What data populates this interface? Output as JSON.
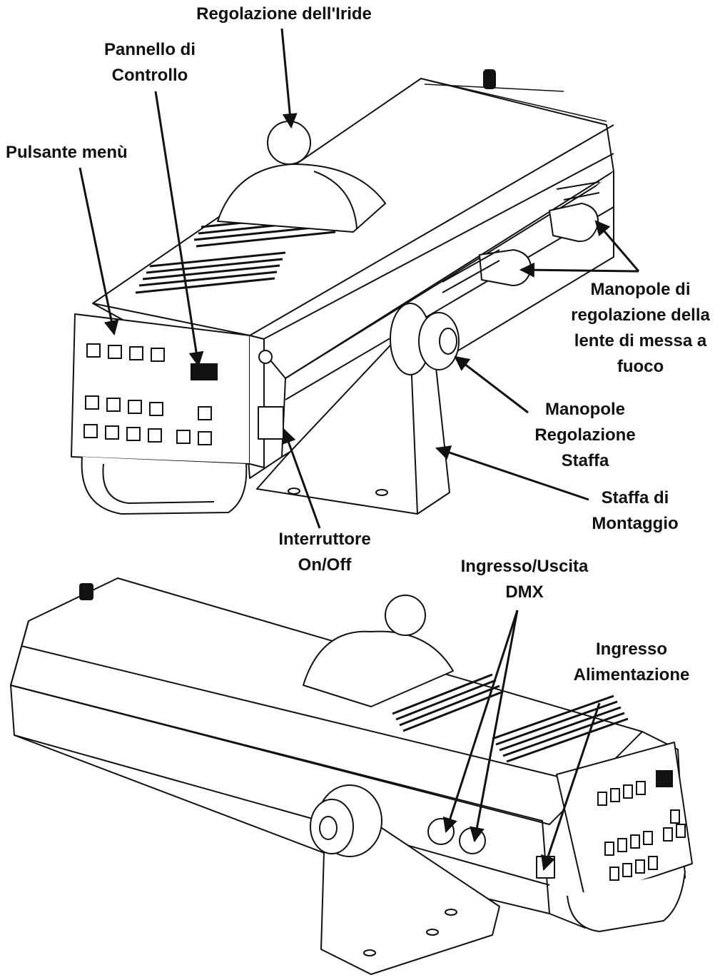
{
  "labels": {
    "iris": [
      "Regolazione dell'Iride"
    ],
    "control_panel": [
      "Pannello di",
      "Controllo"
    ],
    "menu_button": [
      "Pulsante menù"
    ],
    "focus_knobs": [
      "Manopole di",
      "regolazione della",
      "lente di messa a",
      "fuoco"
    ],
    "bracket_knobs": [
      "Manopole",
      "Regolazione",
      "Staffa"
    ],
    "mount_bracket": [
      "Staffa di",
      "Montaggio"
    ],
    "power_switch": [
      "Interruttore",
      "On/Off"
    ],
    "dmx": [
      "Ingresso/Uscita",
      "DMX"
    ],
    "power_input": [
      "Ingresso",
      "Alimentazione"
    ]
  },
  "colors": {
    "ink": "#111111",
    "fill": "#ffffff"
  }
}
